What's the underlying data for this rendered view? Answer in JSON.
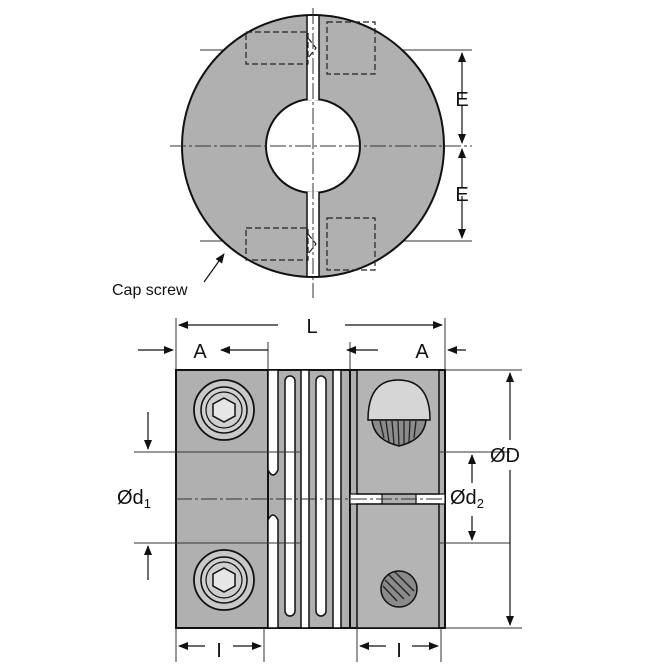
{
  "top_view": {
    "dim_e_upper": "E",
    "dim_e_lower": "E",
    "callout": "Cap screw"
  },
  "side_view": {
    "dim_l": "L",
    "dim_a_left": "A",
    "dim_a_right": "A",
    "dim_d_outer": "ØD",
    "dim_d1_main": "Ød",
    "dim_d1_sub": "1",
    "dim_d2_main": "Ød",
    "dim_d2_sub": "2",
    "dim_i_left": "I",
    "dim_i_right": "I"
  }
}
